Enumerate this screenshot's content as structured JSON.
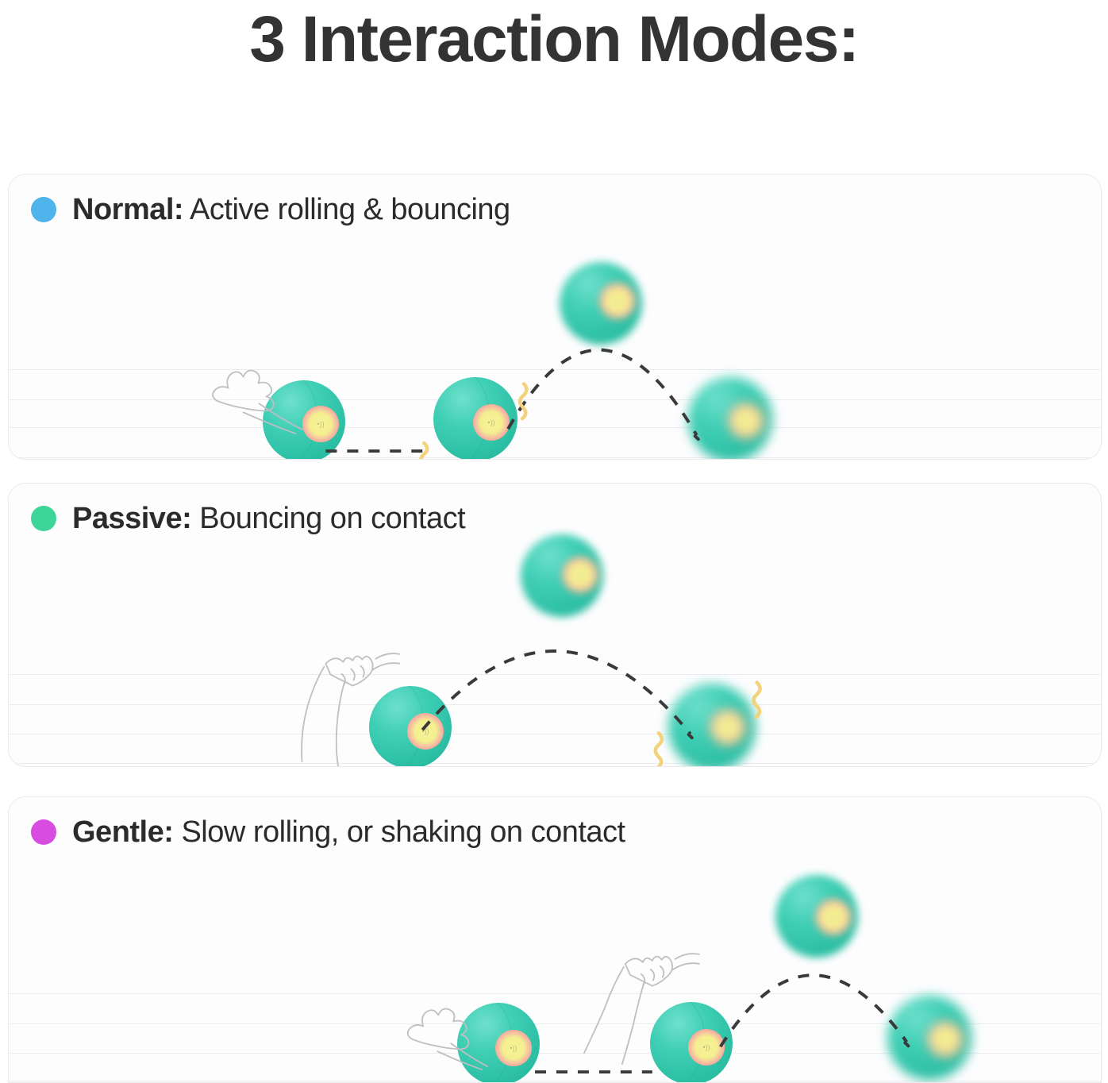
{
  "page": {
    "title": "3 Interaction Modes:",
    "background_color": "#ffffff",
    "title_color": "#333333"
  },
  "panels": [
    {
      "id": "normal",
      "dot_color": "#4FB3EC",
      "mode_label": "Normal:",
      "description": " Active rolling & bouncing",
      "scene": {
        "balls": 4,
        "paw_icon": "cat-paw-icon",
        "trajectory": "roll-then-bounce",
        "vibration_marks": 2
      }
    },
    {
      "id": "passive",
      "dot_color": "#3DD598",
      "mode_label": "Passive:",
      "description": " Bouncing on contact",
      "scene": {
        "balls": 3,
        "paw_icon": "cat-paw-icon",
        "trajectory": "contact-then-arc",
        "vibration_marks": 2
      }
    },
    {
      "id": "gentle",
      "dot_color": "#D64DE0",
      "mode_label": "Gentle:",
      "description": " Slow rolling, or shaking on contact",
      "scene": {
        "balls": 4,
        "paw_icon": "cat-paw-icon",
        "trajectory": "slow-roll-then-arc",
        "vibration_marks": 0
      }
    }
  ],
  "ball": {
    "body_color": "#3FCFB5",
    "core_ring_color": "#F4A79C",
    "core_center_color": "#F4EF8E",
    "glyph": "•))"
  }
}
